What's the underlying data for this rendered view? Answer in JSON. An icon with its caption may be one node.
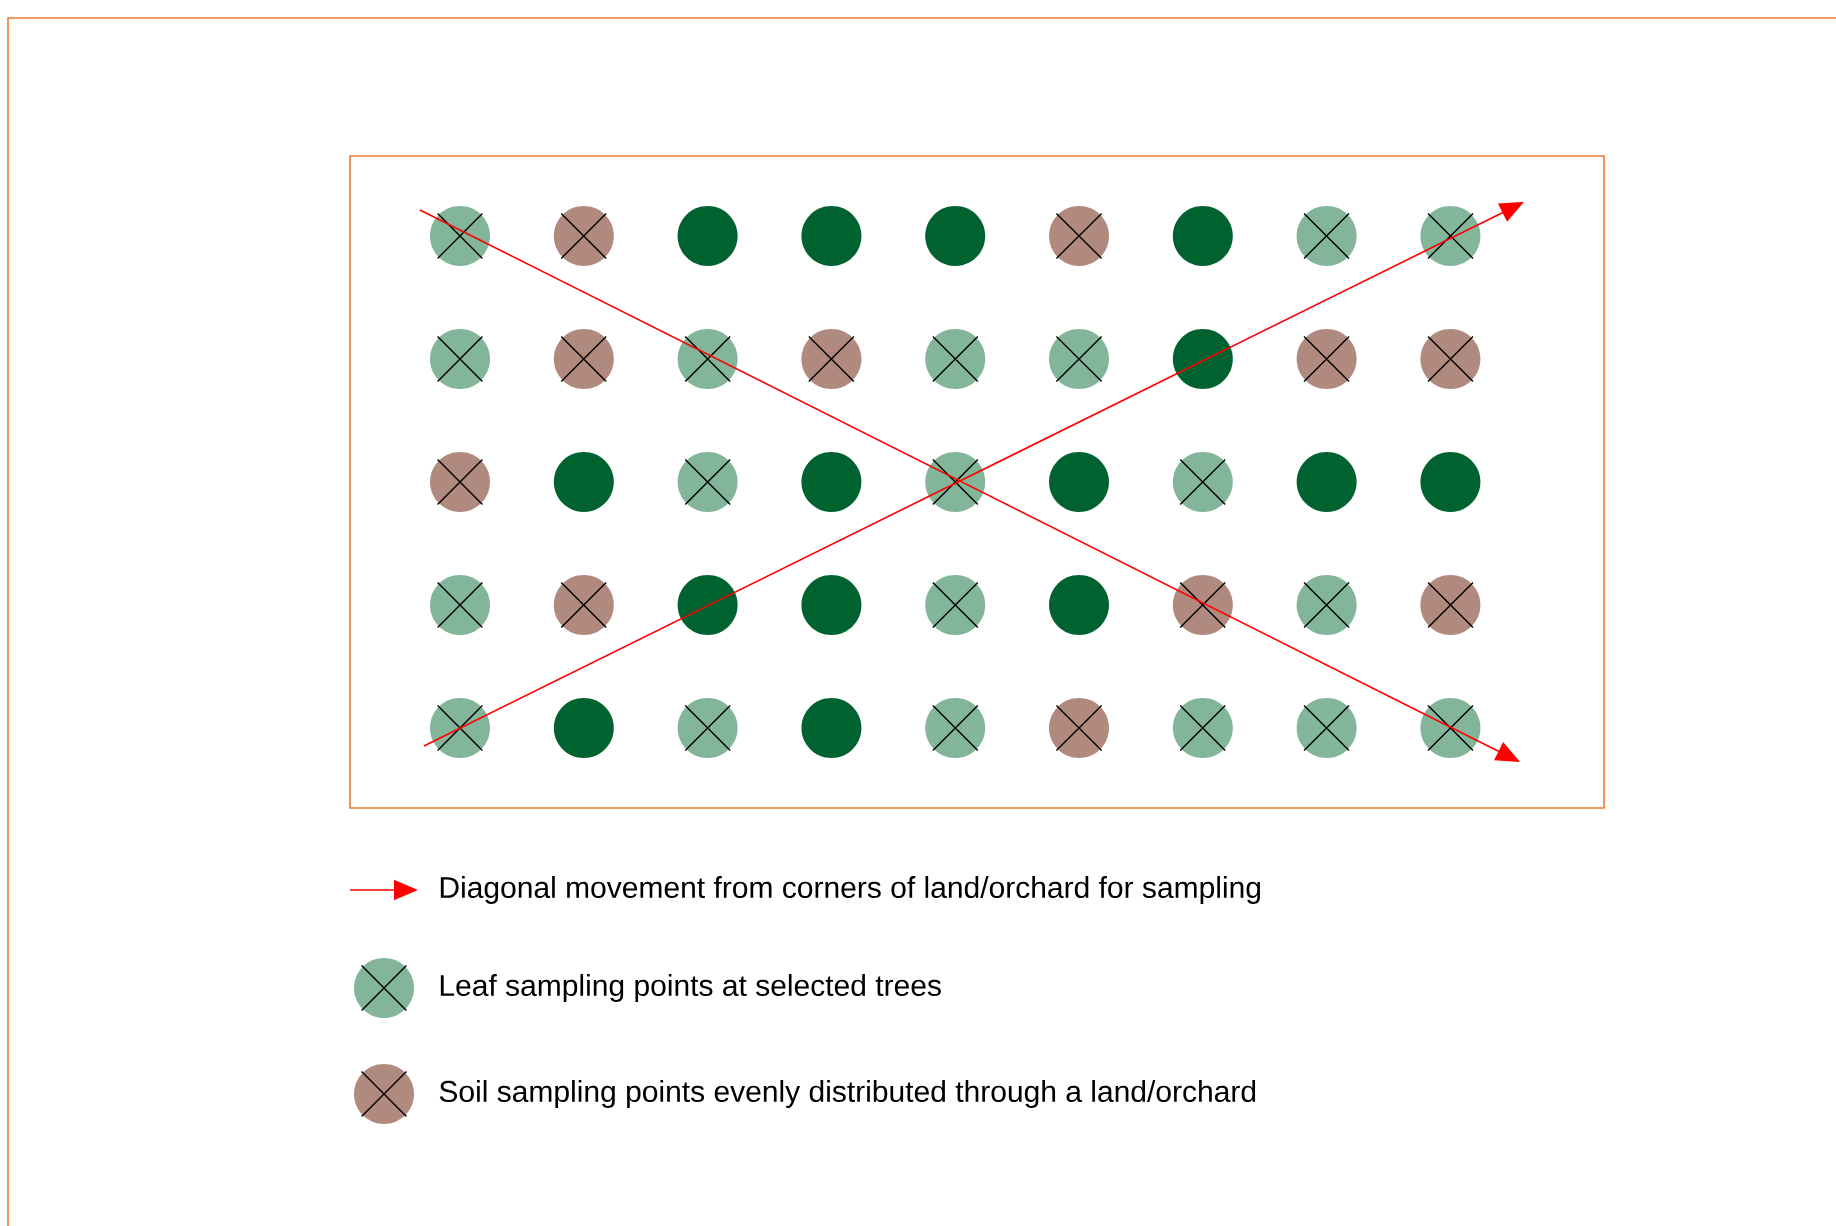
{
  "diagram": {
    "legend": [
      {
        "text": "Diagonal movement from corners of land/orchard for sampling"
      },
      {
        "text": "Leaf sampling points at selected trees"
      },
      {
        "text": "Soil sampling points evenly distributed through a land/orchard"
      }
    ]
  }
}
